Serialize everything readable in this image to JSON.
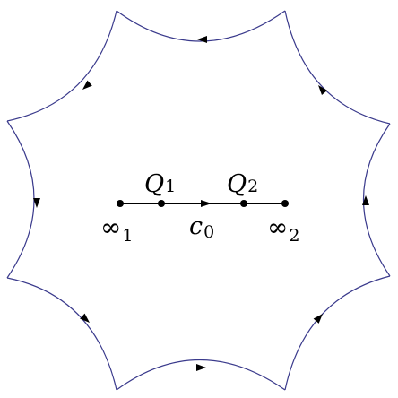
{
  "diagram": {
    "boundary": {
      "stroke_color": "#3a3a8c",
      "arrow_color": "#000000",
      "vertex_count": 8,
      "arrow_direction": "counterclockwise"
    },
    "segment": {
      "color": "#000000",
      "points": [
        {
          "name": "infinity-1",
          "label": "∞",
          "sub": "1"
        },
        {
          "name": "Q1",
          "label": "Q",
          "sub": "1"
        },
        {
          "name": "Q2",
          "label": "Q",
          "sub": "2"
        },
        {
          "name": "infinity-2",
          "label": "∞",
          "sub": "2"
        }
      ],
      "path_label": {
        "label": "c",
        "sub": "0"
      }
    }
  }
}
